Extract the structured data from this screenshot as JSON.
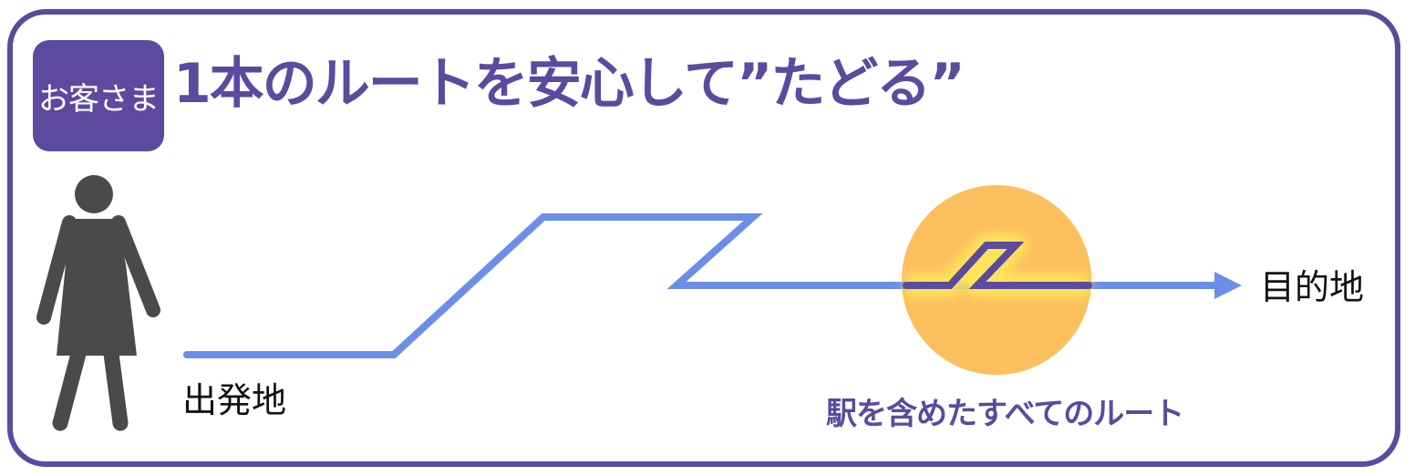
{
  "badge": {
    "text": "お客さま"
  },
  "headline": {
    "text": "1本のルートを安心して”たどる”"
  },
  "labels": {
    "start": "出発地",
    "destination": "目的地",
    "station_caption": "駅を含めたすべてのルート"
  },
  "colors": {
    "frame": "#5b4a9e",
    "route_line": "#6b8ee8",
    "station_route": "#5b4a9e",
    "highlight_circle": "#fcbf5e",
    "glow": "#ffe45a",
    "person": "#4a4a4a"
  },
  "icons": [
    "person-icon",
    "arrow-head-icon",
    "station-highlight-icon"
  ]
}
